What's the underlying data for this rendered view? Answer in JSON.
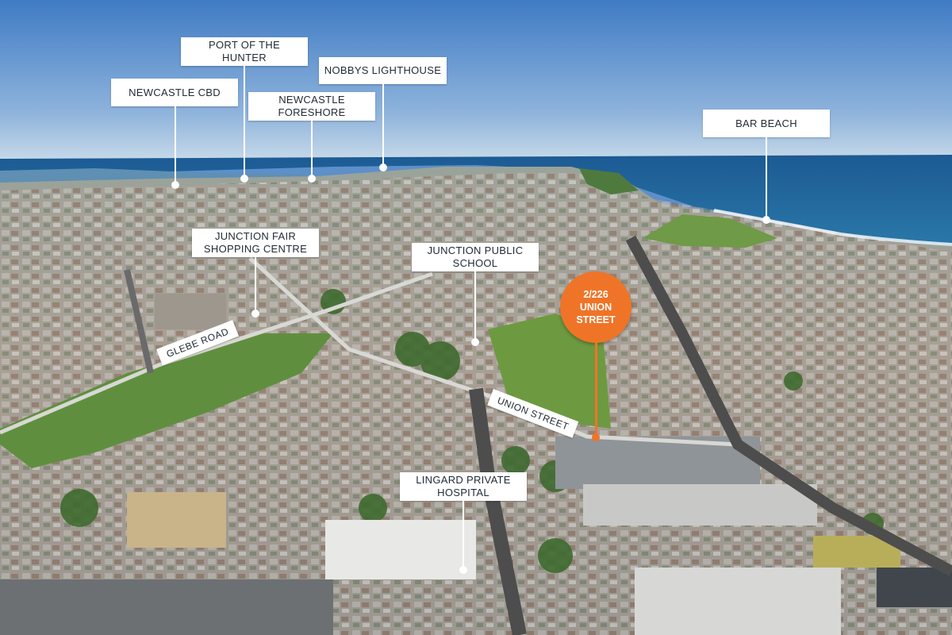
{
  "landmarks": {
    "newcastle_cbd": "NEWCASTLE CBD",
    "port_of_the_hunter": "PORT OF THE\nHUNTER",
    "nobbys_lighthouse": "NOBBYS LIGHTHOUSE",
    "newcastle_foreshore": "NEWCASTLE\nFORESHORE",
    "bar_beach": "BAR BEACH",
    "junction_fair": "JUNCTION FAIR\nSHOPPING CENTRE",
    "junction_public_school": "JUNCTION PUBLIC\nSCHOOL",
    "lingard_hospital": "LINGARD PRIVATE\nHOSPITAL"
  },
  "streets": {
    "glebe_road": "GLEBE ROAD",
    "union_street": "UNION STREET"
  },
  "property": {
    "address": "2/226\nUNION\nSTREET"
  },
  "colors": {
    "accent": "#ef7428",
    "label_bg": "#ffffff",
    "label_text": "#1f2a35",
    "sky": "#5d8fc9",
    "ocean": "#1f5f94"
  }
}
